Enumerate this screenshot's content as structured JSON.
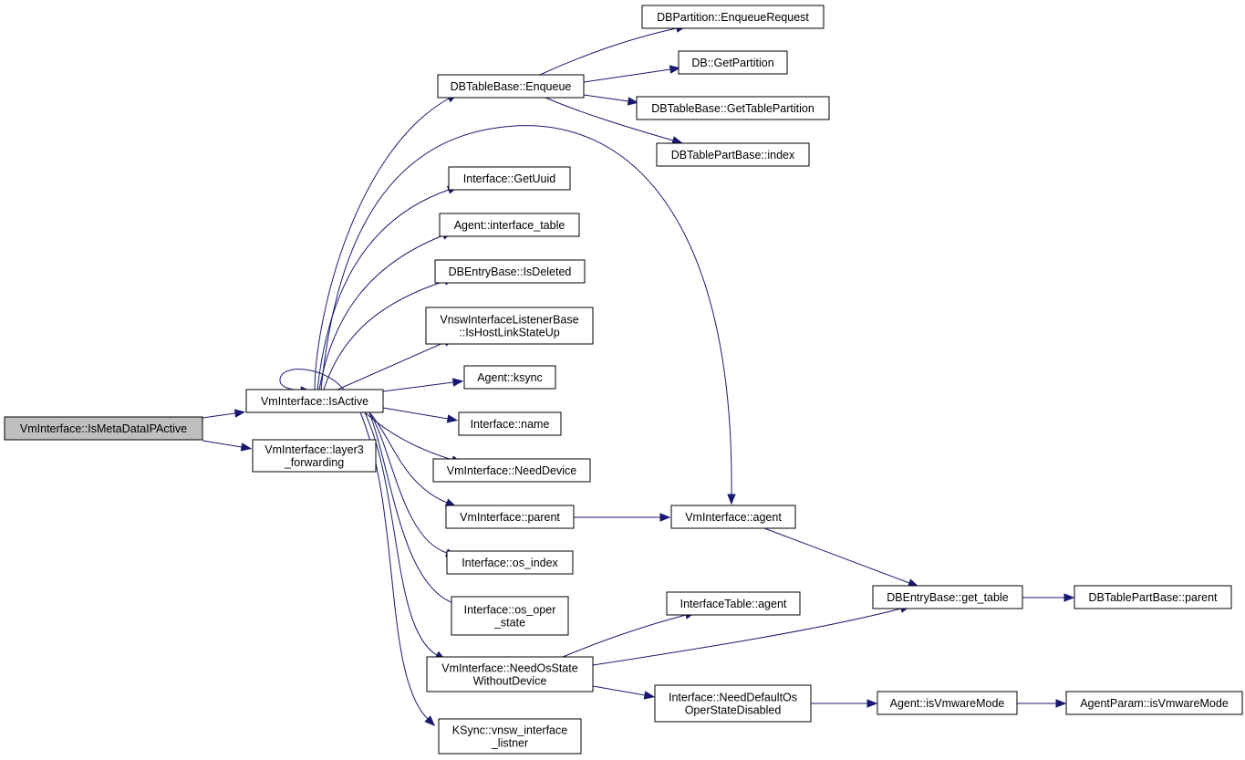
{
  "diagram": {
    "nodes": [
      {
        "id": "root",
        "lines": [
          "VmInterface::IsMetaDataIPActive"
        ]
      },
      {
        "id": "isactive",
        "lines": [
          "VmInterface::IsActive"
        ]
      },
      {
        "id": "l3fwd",
        "lines": [
          "VmInterface::layer3",
          "_forwarding"
        ]
      },
      {
        "id": "enqueue",
        "lines": [
          "DBTableBase::Enqueue"
        ]
      },
      {
        "id": "enqreq",
        "lines": [
          "DBPartition::EnqueueRequest"
        ]
      },
      {
        "id": "getpart",
        "lines": [
          "DB::GetPartition"
        ]
      },
      {
        "id": "gettblpart",
        "lines": [
          "DBTableBase::GetTablePartition"
        ]
      },
      {
        "id": "tpindex",
        "lines": [
          "DBTablePartBase::index"
        ]
      },
      {
        "id": "getuuid",
        "lines": [
          "Interface::GetUuid"
        ]
      },
      {
        "id": "iftable",
        "lines": [
          "Agent::interface_table"
        ]
      },
      {
        "id": "isdeleted",
        "lines": [
          "DBEntryBase::IsDeleted"
        ]
      },
      {
        "id": "hostlink",
        "lines": [
          "VnswInterfaceListenerBase",
          "::IsHostLinkStateUp"
        ]
      },
      {
        "id": "ksync",
        "lines": [
          "Agent::ksync"
        ]
      },
      {
        "id": "ifname",
        "lines": [
          "Interface::name"
        ]
      },
      {
        "id": "needdev",
        "lines": [
          "VmInterface::NeedDevice"
        ]
      },
      {
        "id": "vmparent",
        "lines": [
          "VmInterface::parent"
        ]
      },
      {
        "id": "vmagent",
        "lines": [
          "VmInterface::agent"
        ]
      },
      {
        "id": "osindex",
        "lines": [
          "Interface::os_index"
        ]
      },
      {
        "id": "osoper",
        "lines": [
          "Interface::os_oper",
          "_state"
        ]
      },
      {
        "id": "needos",
        "lines": [
          "VmInterface::NeedOsState",
          "WithoutDevice"
        ]
      },
      {
        "id": "ksyncvnsw",
        "lines": [
          "KSync::vnsw_interface",
          "_listner"
        ]
      },
      {
        "id": "iftagent",
        "lines": [
          "InterfaceTable::agent"
        ]
      },
      {
        "id": "gettable",
        "lines": [
          "DBEntryBase::get_table"
        ]
      },
      {
        "id": "tpparent",
        "lines": [
          "DBTablePartBase::parent"
        ]
      },
      {
        "id": "needdefos",
        "lines": [
          "Interface::NeedDefaultOs",
          "OperStateDisabled"
        ]
      },
      {
        "id": "isvmw",
        "lines": [
          "Agent::isVmwareMode"
        ]
      },
      {
        "id": "apvmw",
        "lines": [
          "AgentParam::isVmwareMode"
        ]
      }
    ],
    "edges": [
      {
        "from": "root",
        "to": "isactive"
      },
      {
        "from": "root",
        "to": "l3fwd"
      },
      {
        "from": "isactive",
        "to": "isactive"
      },
      {
        "from": "isactive",
        "to": "enqueue"
      },
      {
        "from": "isactive",
        "to": "vmagent"
      },
      {
        "from": "isactive",
        "to": "getuuid"
      },
      {
        "from": "isactive",
        "to": "iftable"
      },
      {
        "from": "isactive",
        "to": "isdeleted"
      },
      {
        "from": "isactive",
        "to": "hostlink"
      },
      {
        "from": "isactive",
        "to": "ksync"
      },
      {
        "from": "isactive",
        "to": "ifname"
      },
      {
        "from": "isactive",
        "to": "needdev"
      },
      {
        "from": "isactive",
        "to": "vmparent"
      },
      {
        "from": "isactive",
        "to": "osindex"
      },
      {
        "from": "isactive",
        "to": "osoper"
      },
      {
        "from": "isactive",
        "to": "needos"
      },
      {
        "from": "isactive",
        "to": "ksyncvnsw"
      },
      {
        "from": "enqueue",
        "to": "enqreq"
      },
      {
        "from": "enqueue",
        "to": "getpart"
      },
      {
        "from": "enqueue",
        "to": "gettblpart"
      },
      {
        "from": "enqueue",
        "to": "tpindex"
      },
      {
        "from": "vmparent",
        "to": "vmagent"
      },
      {
        "from": "vmagent",
        "to": "gettable"
      },
      {
        "from": "needos",
        "to": "iftagent"
      },
      {
        "from": "needos",
        "to": "gettable"
      },
      {
        "from": "needos",
        "to": "needdefos"
      },
      {
        "from": "gettable",
        "to": "tpparent"
      },
      {
        "from": "needdefos",
        "to": "isvmw"
      },
      {
        "from": "isvmw",
        "to": "apvmw"
      }
    ]
  }
}
